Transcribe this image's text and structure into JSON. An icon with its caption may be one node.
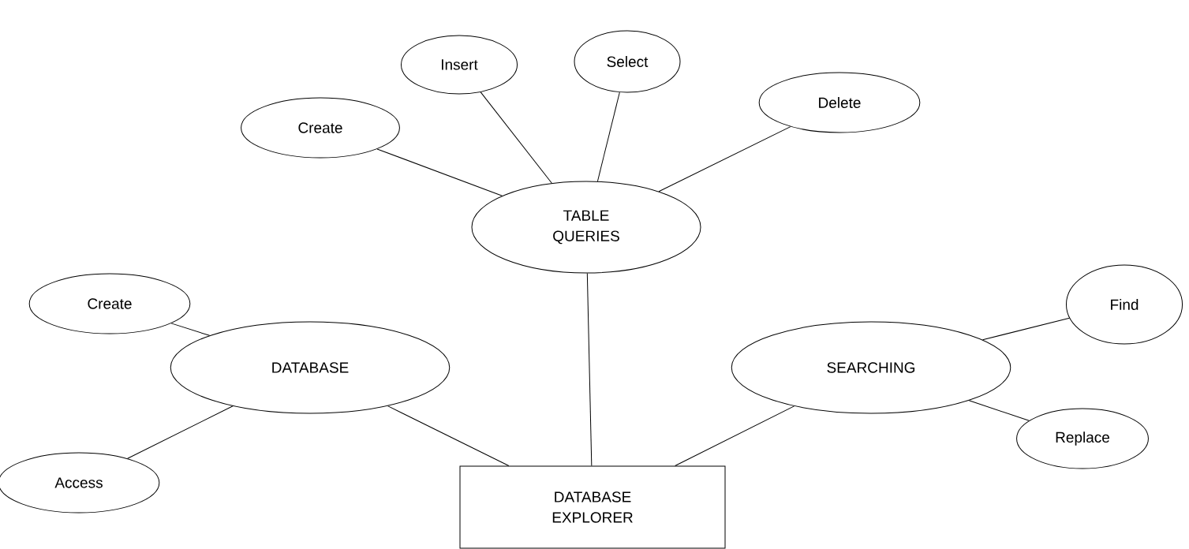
{
  "diagram": {
    "nodes": [
      {
        "text": [
          "TABLE QUERIES"
        ]
      },
      {
        "text": [
          "Create"
        ]
      },
      {
        "text": [
          "Insert"
        ]
      },
      {
        "text": [
          "Select"
        ]
      },
      {
        "text": [
          "Delete"
        ]
      },
      {
        "text": [
          "DATABASE"
        ]
      },
      {
        "text": [
          "Create"
        ]
      },
      {
        "text": [
          "Access"
        ]
      },
      {
        "text": [
          "SEARCHING"
        ]
      },
      {
        "text": [
          "Find"
        ]
      },
      {
        "text": [
          "Replace"
        ]
      },
      {
        "text": [
          "DATABASE EXPLORER"
        ]
      }
    ],
    "edges": [
      {
        "from": 0,
        "to": 1,
        "arrow": "none"
      },
      {
        "from": 0,
        "to": 2,
        "arrow": "none"
      },
      {
        "from": 0,
        "to": 3,
        "arrow": "none"
      },
      {
        "from": 0,
        "to": 4,
        "arrow": "none"
      },
      {
        "from": 0,
        "to": 11,
        "arrow": "none"
      },
      {
        "from": 5,
        "to": 6,
        "arrow": "none"
      },
      {
        "from": 5,
        "to": 7,
        "arrow": "none"
      },
      {
        "from": 5,
        "to": 11,
        "arrow": "none"
      },
      {
        "from": 8,
        "to": 9,
        "arrow": "none"
      },
      {
        "from": 8,
        "to": 10,
        "arrow": "none"
      },
      {
        "from": 8,
        "to": 11,
        "arrow": "none"
      }
    ]
  }
}
